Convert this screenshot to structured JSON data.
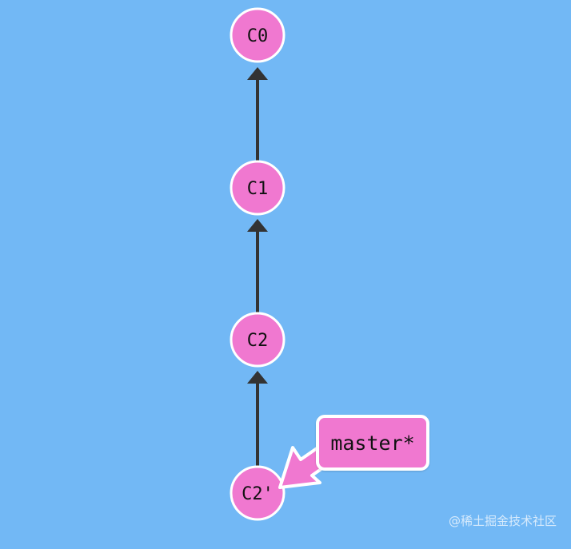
{
  "colors": {
    "background": "#72b8f5",
    "node_fill": "#f078d0",
    "node_stroke": "#ffffff",
    "edge": "#333333",
    "branch_fill": "#f078d0",
    "text": "#111111"
  },
  "commits": [
    {
      "id": "C0",
      "label": "C0"
    },
    {
      "id": "C1",
      "label": "C1"
    },
    {
      "id": "C2",
      "label": "C2"
    },
    {
      "id": "C2p",
      "label": "C2'"
    }
  ],
  "edges": [
    {
      "from": "C1",
      "to": "C0"
    },
    {
      "from": "C2",
      "to": "C1"
    },
    {
      "from": "C2p",
      "to": "C2"
    }
  ],
  "branches": [
    {
      "name": "master*",
      "target": "C2p"
    }
  ],
  "watermark": "@稀土掘金技术社区"
}
